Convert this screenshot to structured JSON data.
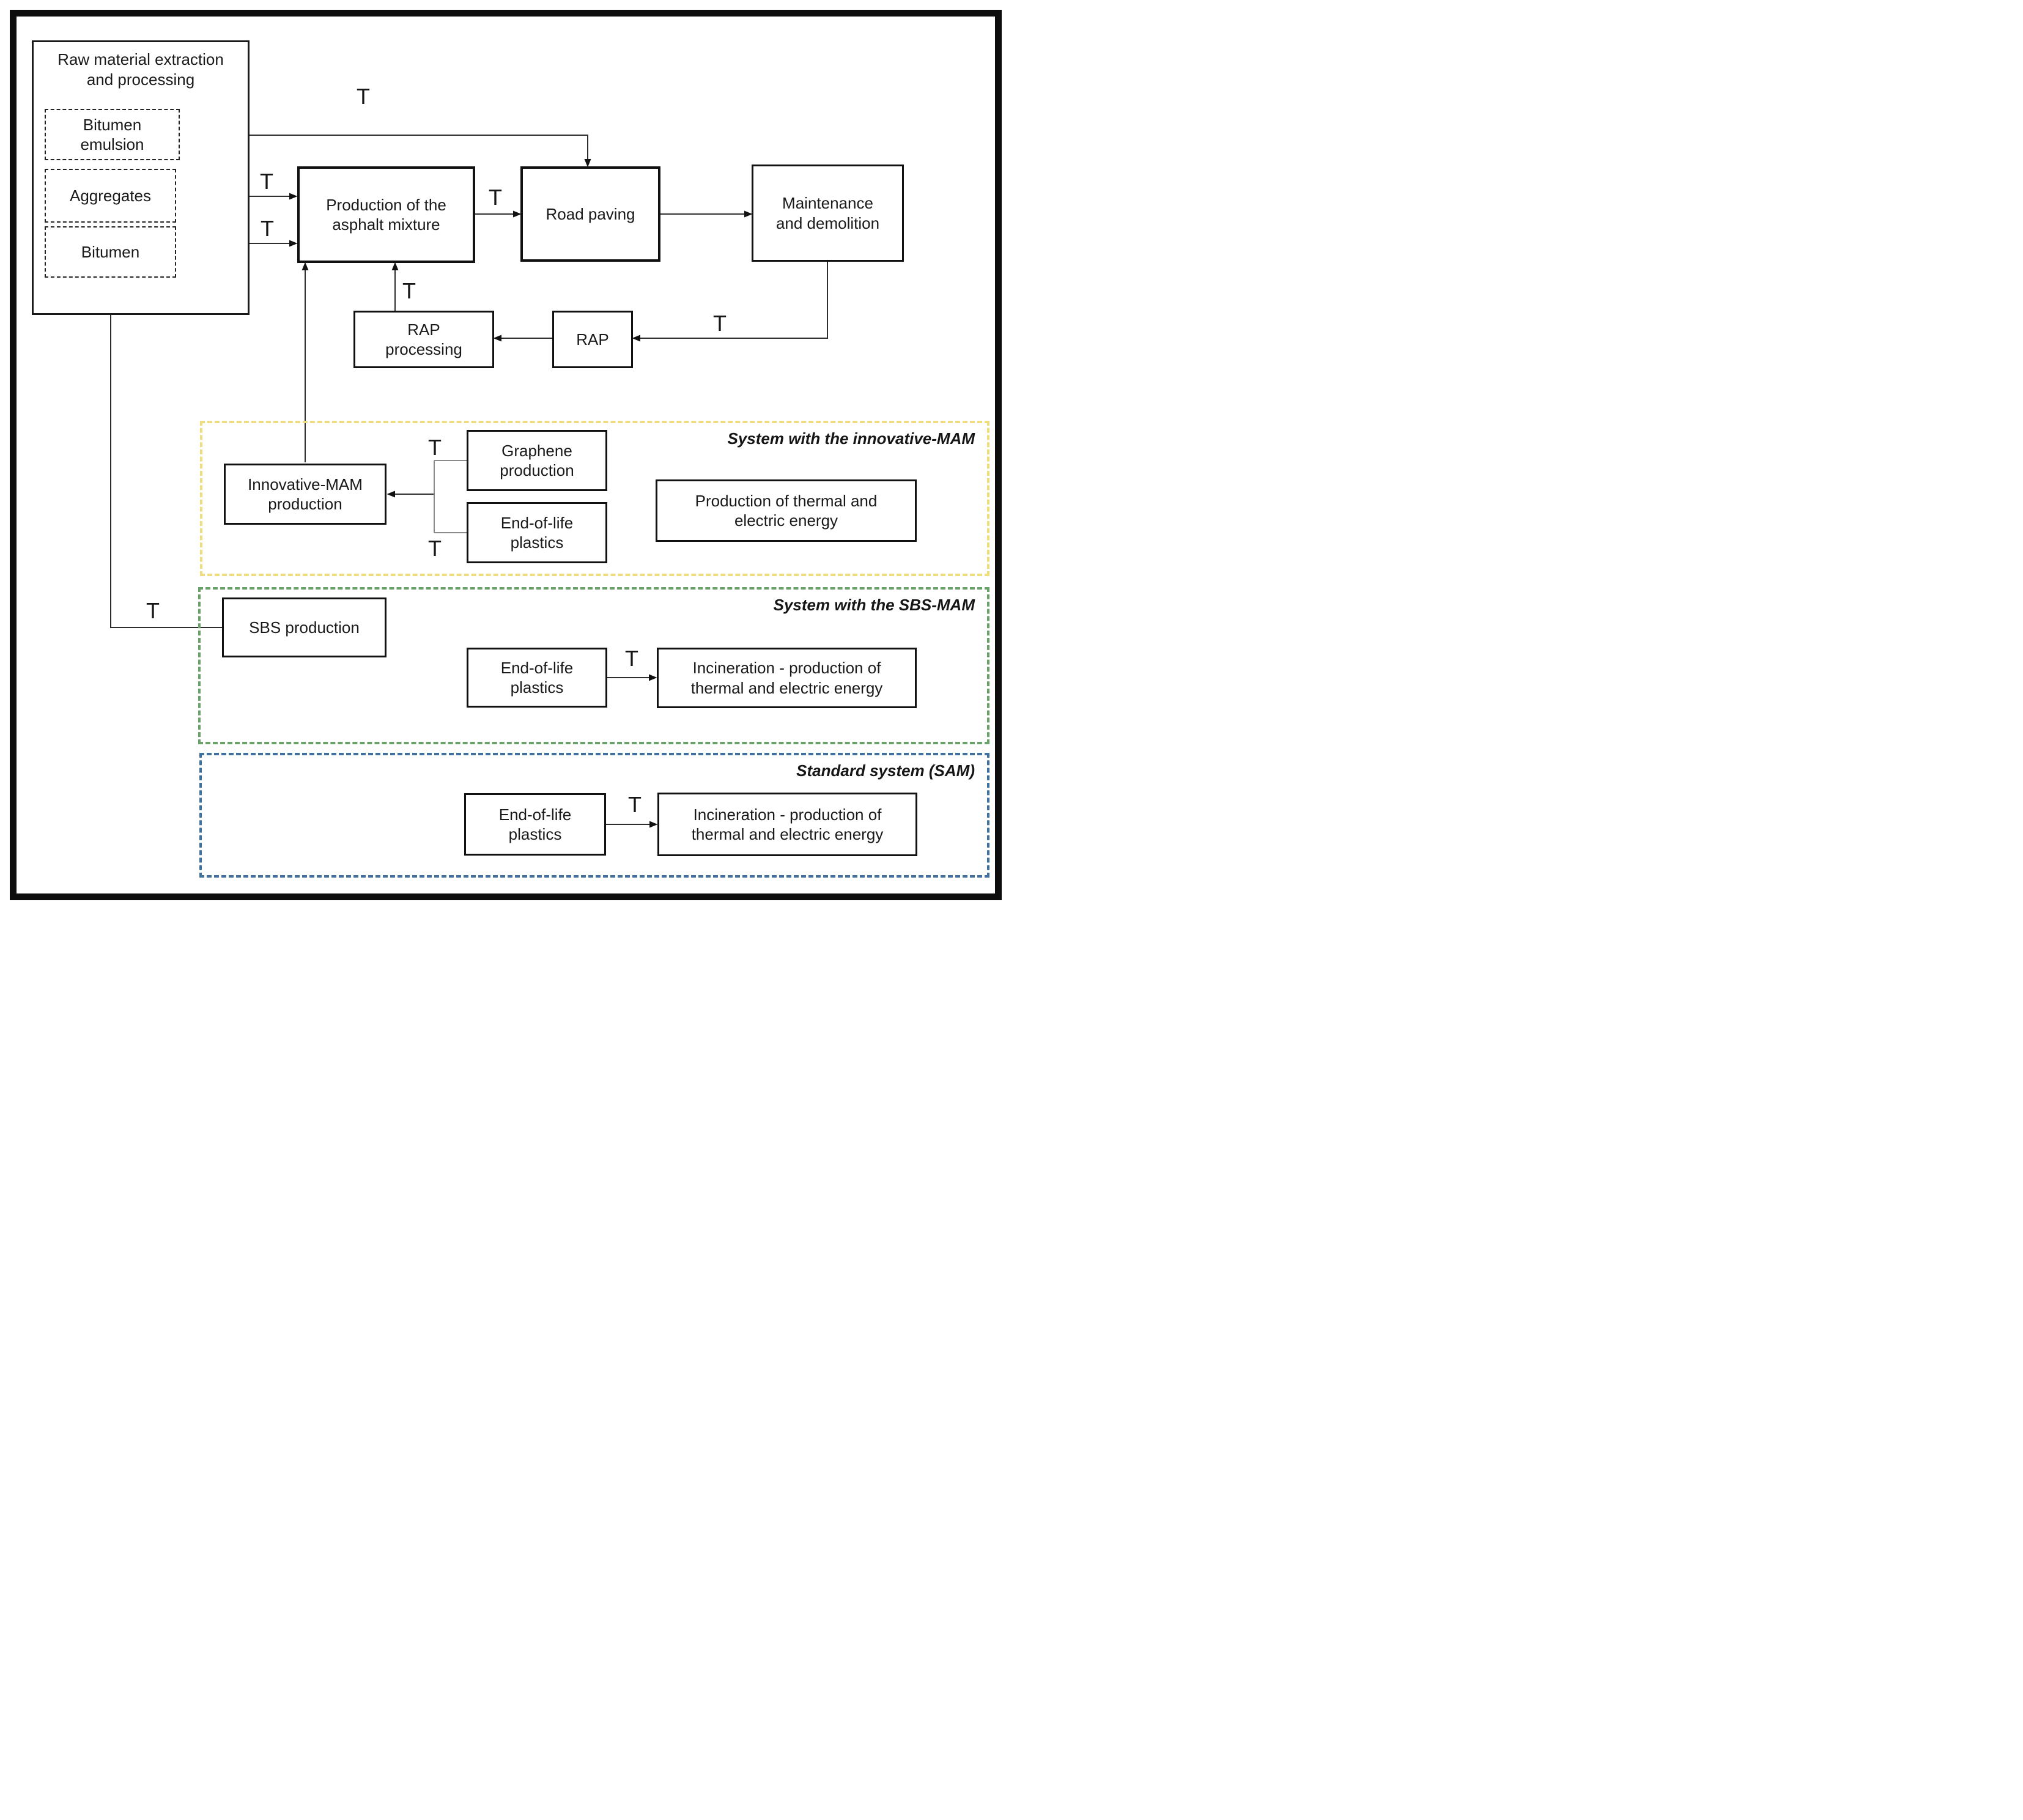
{
  "labels": {
    "t": "T"
  },
  "colors": {
    "innovative_border": "#eedd7c",
    "sbs_border": "#6aa069",
    "sam_border": "#3f719c",
    "line": "#2e2e2e",
    "box_border": "#111111"
  },
  "raw_material": {
    "title": "Raw material extraction and processing",
    "items": [
      "Bitumen emulsion",
      "Aggregates",
      "Bitumen"
    ]
  },
  "process": {
    "asphalt": "Production of the asphalt mixture",
    "road": "Road paving",
    "maintenance": "Maintenance and demolition",
    "rap_processing": "RAP processing",
    "rap": "RAP"
  },
  "systems": {
    "innovative": {
      "title": "System with the innovative-MAM",
      "boxes": {
        "mam": "Innovative-MAM production",
        "graphene": "Graphene production",
        "eol": "End-of-life plastics",
        "energy": "Production of thermal and electric energy"
      }
    },
    "sbs": {
      "title": "System with the SBS-MAM",
      "boxes": {
        "sbs": "SBS production",
        "eol": "End-of-life plastics",
        "incineration": "Incineration - production of thermal and electric energy"
      }
    },
    "sam": {
      "title": "Standard system (SAM)",
      "boxes": {
        "eol": "End-of-life plastics",
        "incineration": "Incineration - production of thermal and electric energy"
      }
    }
  }
}
